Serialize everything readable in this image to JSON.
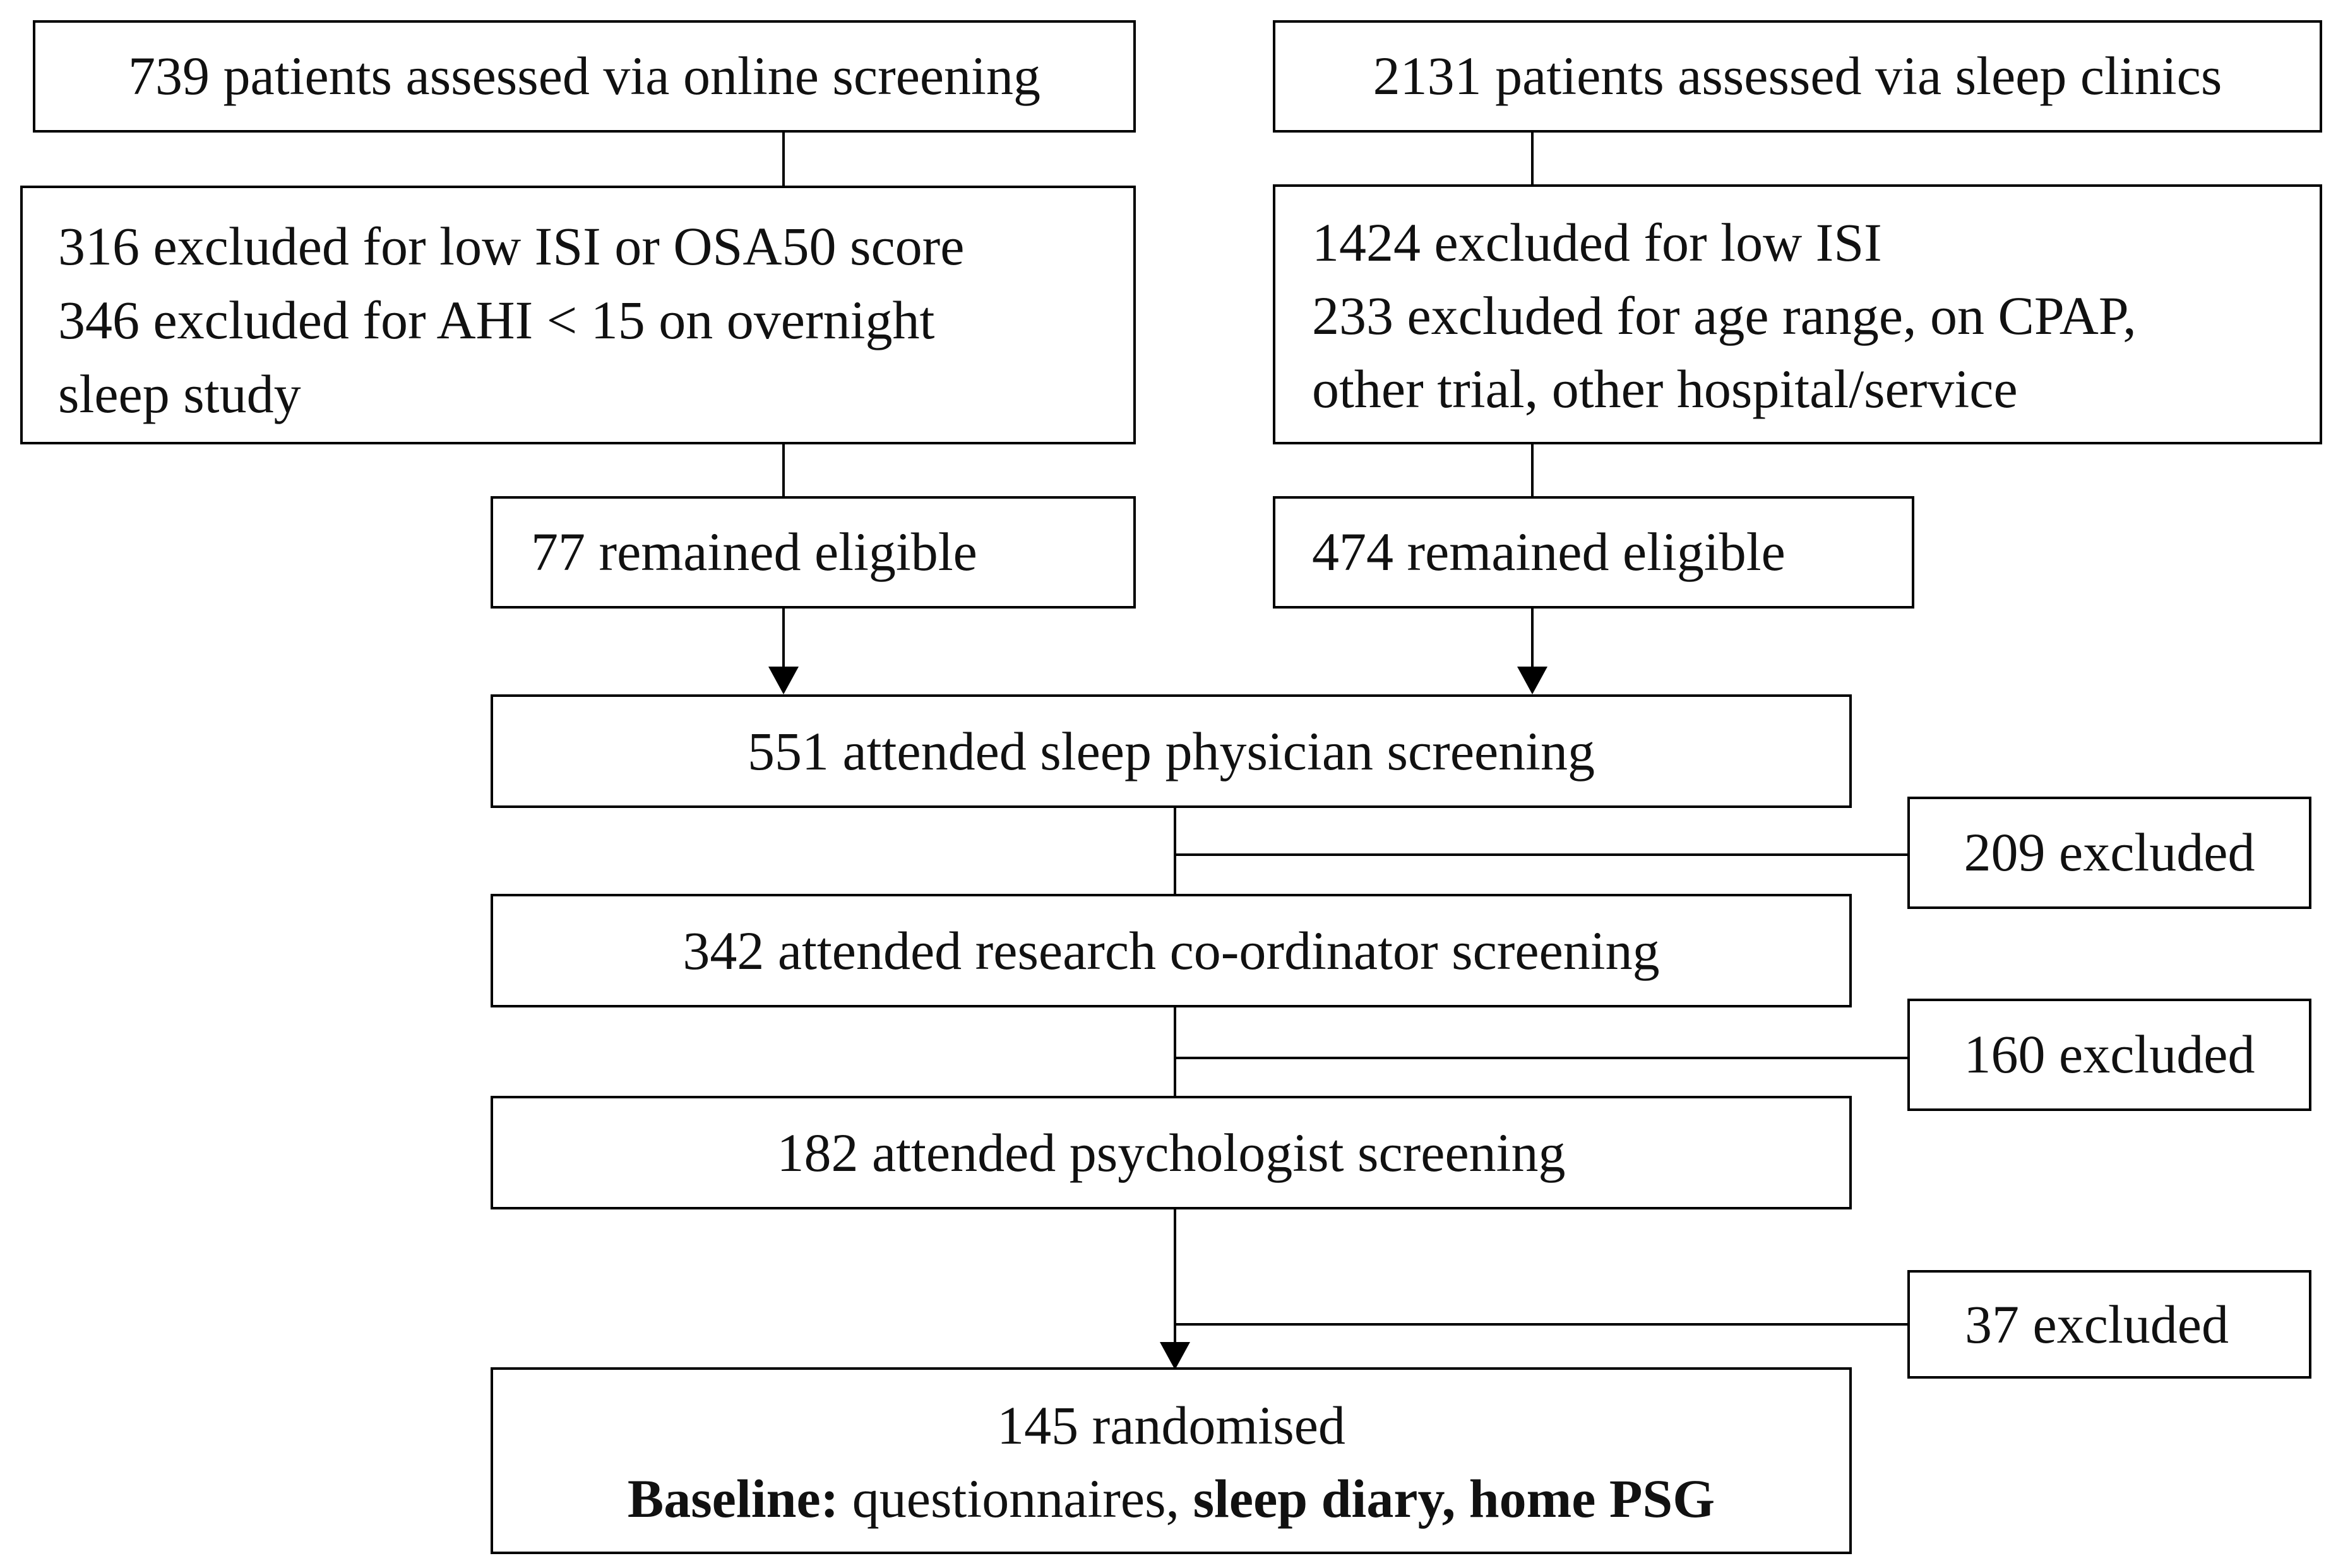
{
  "boxes": {
    "online": "739 patients assessed via online screening",
    "clinics": "2131 patients assessed via sleep clinics",
    "online_excl_1": "316 excluded for low ISI or OSA50 score",
    "online_excl_2": "346 excluded for AHI < 15 on overnight",
    "online_excl_3": "sleep study",
    "clinic_excl_1": "1424 excluded for low ISI",
    "clinic_excl_2": "233 excluded for age range, on CPAP,",
    "clinic_excl_3": "other trial, other hospital/service",
    "online_eligible": "77 remained eligible",
    "clinic_eligible": "474 remained eligible",
    "physician": "551 attended sleep physician screening",
    "coordinator": "342 attended research co-ordinator screening",
    "psychologist": "182 attended psychologist screening",
    "randomised": "145 randomised",
    "baseline_label": "Baseline:",
    "baseline_q": " questionnaires, ",
    "baseline_rest": "sleep diary, home PSG"
  },
  "excluded": {
    "after_physician": "209 excluded",
    "after_coordinator": "160 excluded",
    "after_psychologist": "37 excluded"
  }
}
